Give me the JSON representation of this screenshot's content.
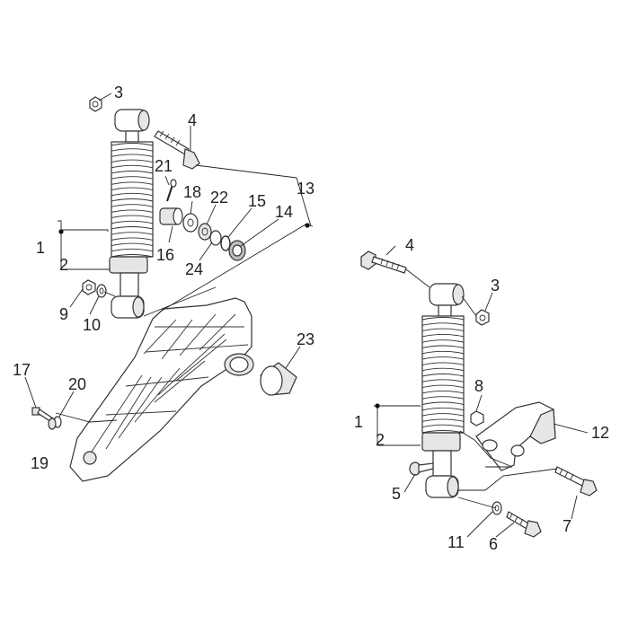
{
  "callouts": [
    {
      "id": "c3a",
      "text": "3"
    },
    {
      "id": "c4a",
      "text": "4"
    },
    {
      "id": "c21",
      "text": "21"
    },
    {
      "id": "c18",
      "text": "18"
    },
    {
      "id": "c22",
      "text": "22"
    },
    {
      "id": "c15",
      "text": "15"
    },
    {
      "id": "c13",
      "text": "13"
    },
    {
      "id": "c14",
      "text": "14"
    },
    {
      "id": "c1a",
      "text": "1"
    },
    {
      "id": "c2a",
      "text": "2"
    },
    {
      "id": "c16",
      "text": "16"
    },
    {
      "id": "c24",
      "text": "24"
    },
    {
      "id": "c9",
      "text": "9"
    },
    {
      "id": "c10",
      "text": "10"
    },
    {
      "id": "c23",
      "text": "23"
    },
    {
      "id": "c17",
      "text": "17"
    },
    {
      "id": "c20",
      "text": "20"
    },
    {
      "id": "c19",
      "text": "19"
    },
    {
      "id": "c4b",
      "text": "4"
    },
    {
      "id": "c3b",
      "text": "3"
    },
    {
      "id": "c8",
      "text": "8"
    },
    {
      "id": "c1b",
      "text": "1"
    },
    {
      "id": "c2b",
      "text": "2"
    },
    {
      "id": "c12",
      "text": "12"
    },
    {
      "id": "c5",
      "text": "5"
    },
    {
      "id": "c7",
      "text": "7"
    },
    {
      "id": "c11",
      "text": "11"
    },
    {
      "id": "c6",
      "text": "6"
    }
  ]
}
